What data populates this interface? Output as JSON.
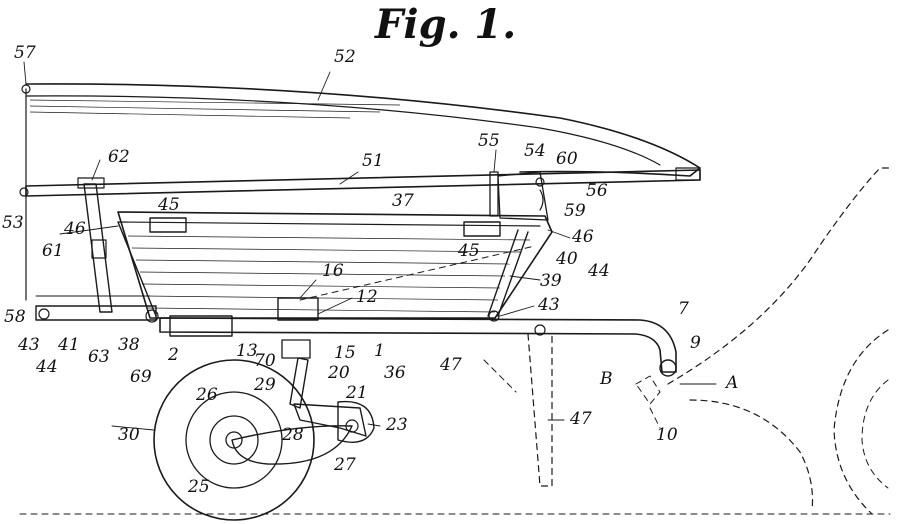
{
  "figure": {
    "title": "Fig. 1.",
    "labels": [
      "57",
      "52",
      "62",
      "51",
      "55",
      "54",
      "60",
      "56",
      "59",
      "53",
      "45",
      "37",
      "46",
      "46",
      "61",
      "45",
      "40",
      "39",
      "44",
      "16",
      "58",
      "12",
      "43",
      "43",
      "41",
      "63",
      "38",
      "2",
      "7",
      "9",
      "44",
      "69",
      "13",
      "70",
      "15",
      "1",
      "36",
      "47",
      "B",
      "A",
      "29",
      "20",
      "21",
      "26",
      "23",
      "30",
      "28",
      "10",
      "47",
      "25",
      "27"
    ]
  }
}
